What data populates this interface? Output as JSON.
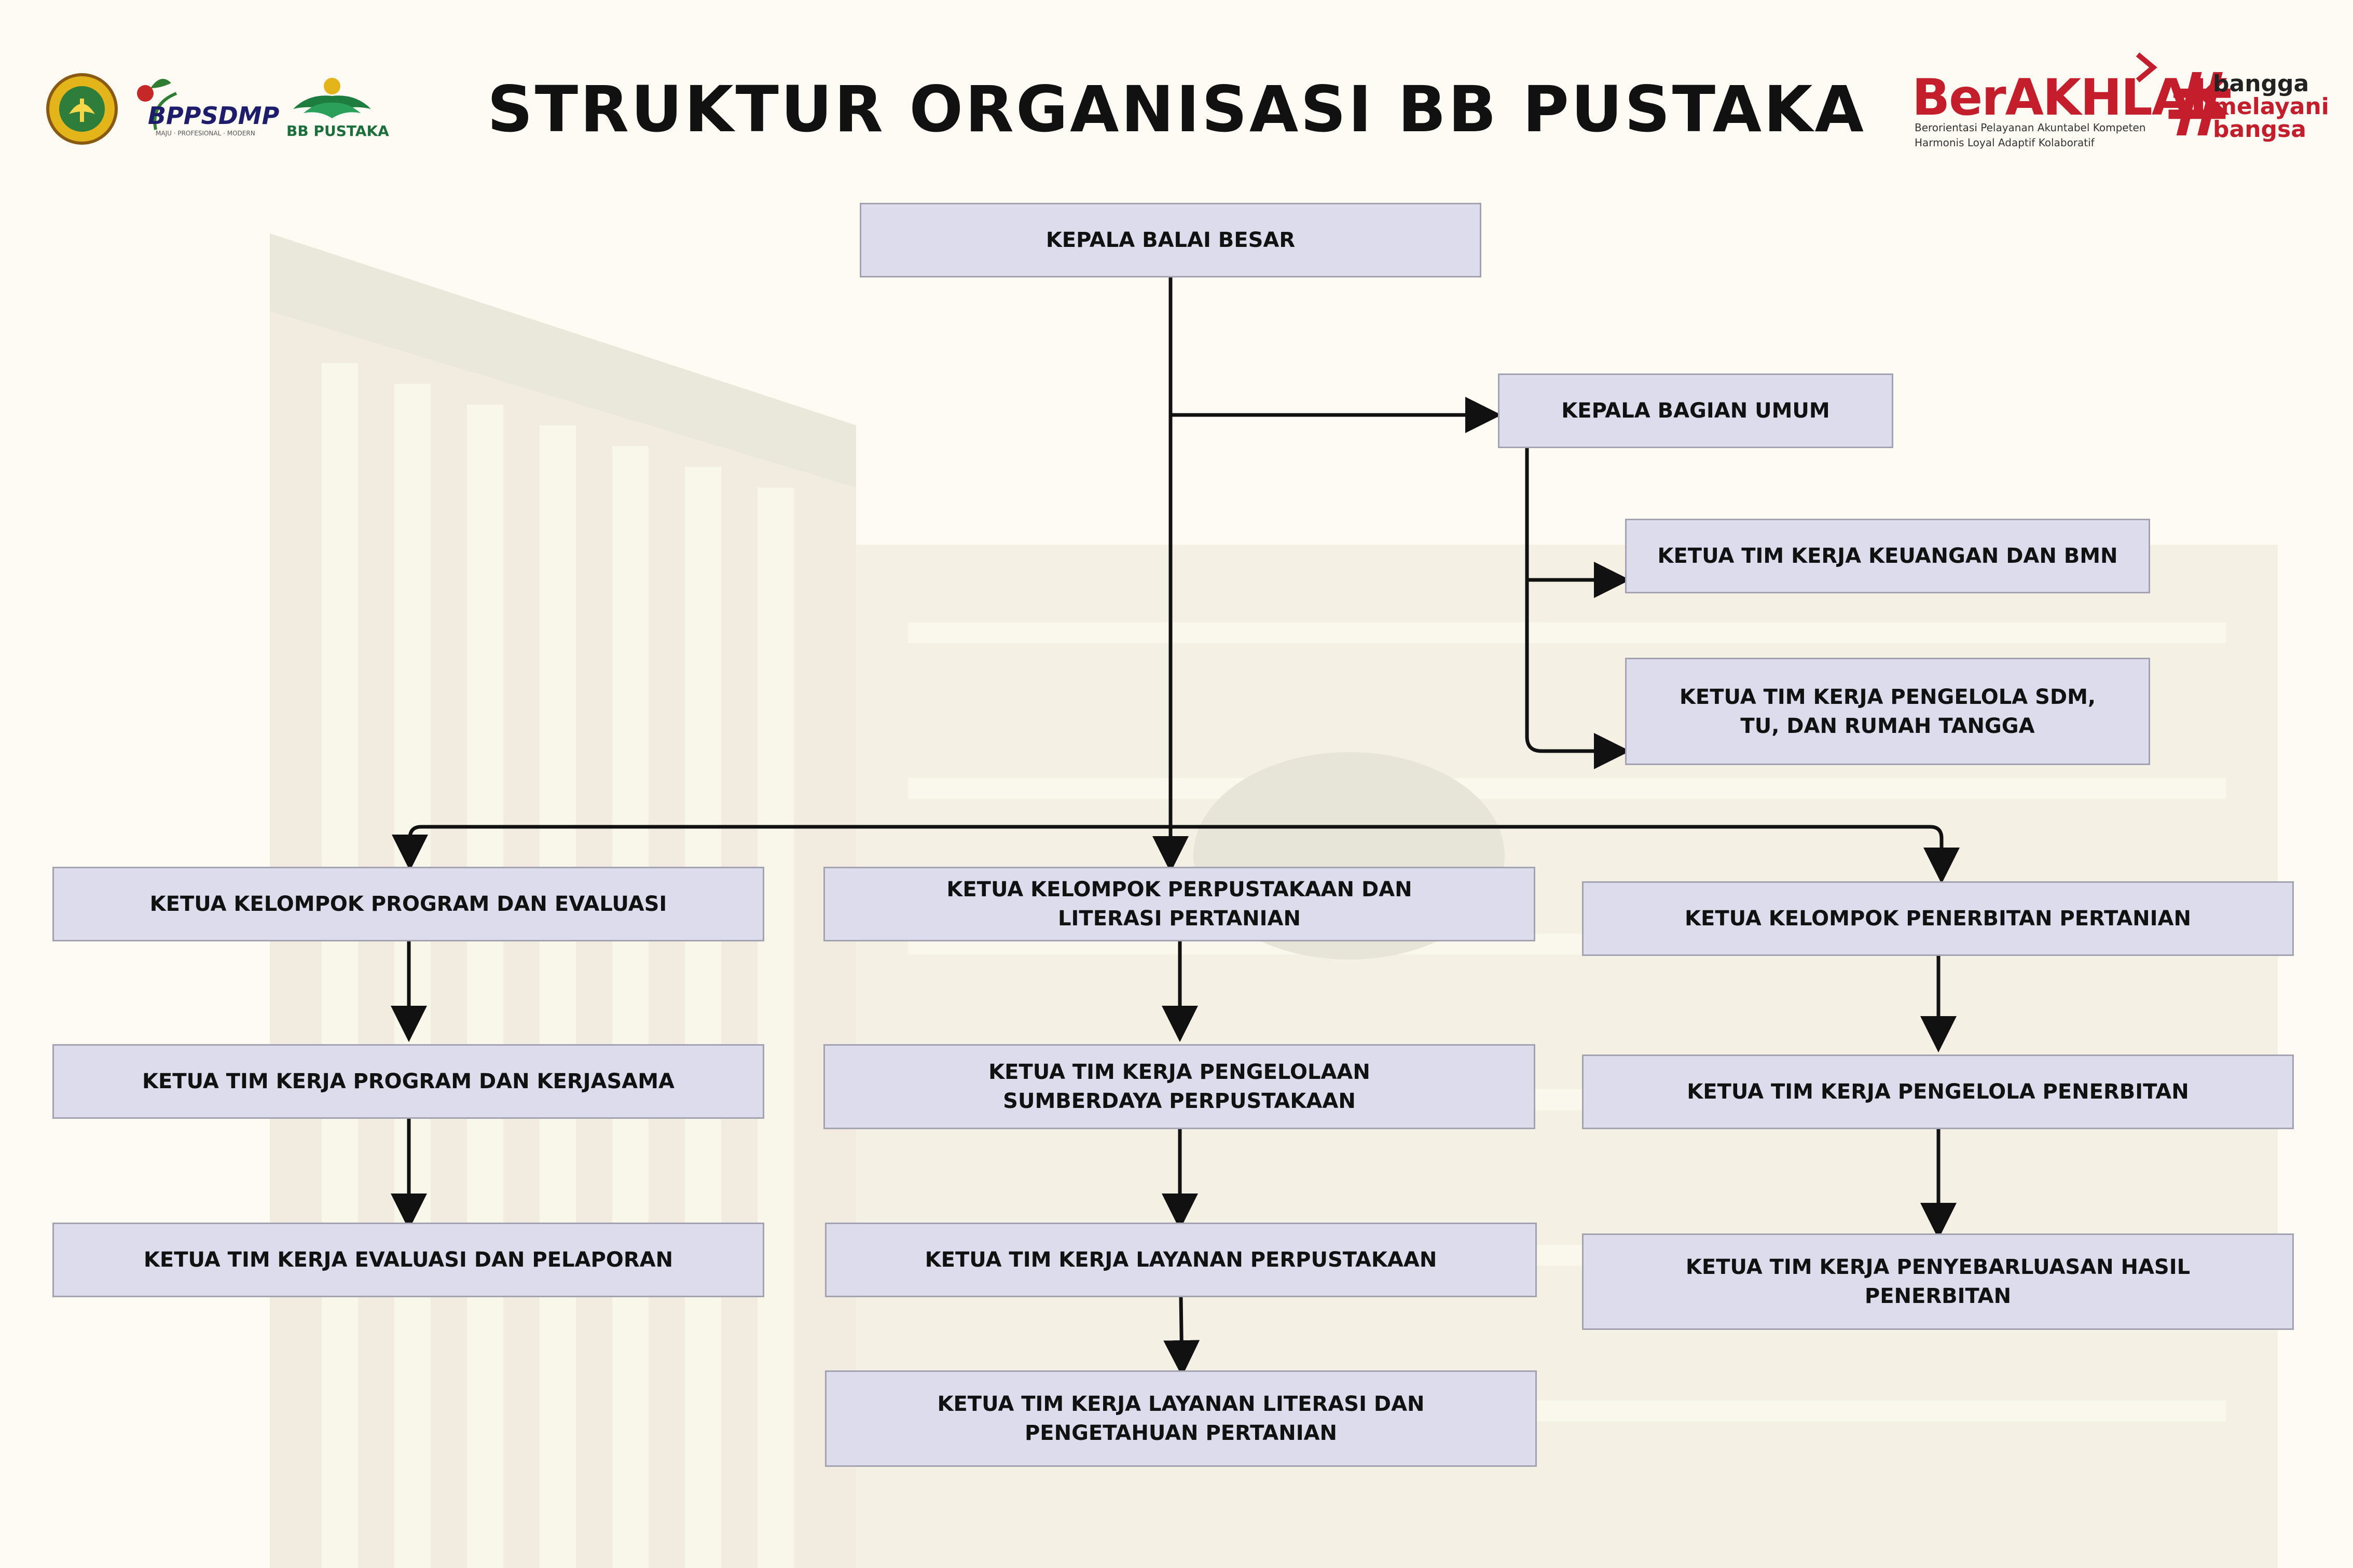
{
  "title": "STRUKTUR ORGANISASI BB PUSTAKA",
  "logos": {
    "bppsdmp": "BPPSDMP",
    "bppsdmp_tagline": "MAJU · PROFESIONAL · MODERN",
    "bb_pustaka": "BB PUSTAKA"
  },
  "branding": {
    "berakhlak": "BerAKHLAK",
    "berakhlak_line1": "Berorientasi Pelayanan Akuntabel Kompeten",
    "berakhlak_line2": "Harmonis Loyal Adaptif Kolaboratif",
    "hash": "#",
    "bangga": "bangga",
    "melayani": "melayani",
    "bangsa": "bangsa"
  },
  "colors": {
    "box_fill": "#dcdcec",
    "box_border": "#a2a2b0",
    "connector": "#111111",
    "brand_red": "#c41d2c",
    "background": "#fdfbf3"
  },
  "nodes": {
    "kepala_balai": "KEPALA BALAI BESAR",
    "kepala_bagian_umum": "KEPALA BAGIAN UMUM",
    "tim_keuangan": "KETUA TIM KERJA KEUANGAN DAN BMN",
    "tim_sdm": "KETUA TIM KERJA PENGELOLA SDM,\nTU, DAN RUMAH TANGGA",
    "kel_program": "KETUA KELOMPOK PROGRAM DAN EVALUASI",
    "tim_program": "KETUA TIM KERJA PROGRAM DAN KERJASAMA",
    "tim_evaluasi": "KETUA TIM KERJA EVALUASI DAN PELAPORAN",
    "kel_perpustakaan": "KETUA KELOMPOK PERPUSTAKAAN DAN\nLITERASI PERTANIAN",
    "tim_sumberdaya": "KETUA TIM KERJA PENGELOLAAN\nSUMBERDAYA PERPUSTAKAAN",
    "tim_layanan": "KETUA TIM KERJA LAYANAN PERPUSTAKAAN",
    "tim_literasi": "KETUA TIM KERJA LAYANAN LITERASI DAN\nPENGETAHUAN PERTANIAN",
    "kel_penerbitan": "KETUA KELOMPOK PENERBITAN PERTANIAN",
    "tim_pengelola_penerbitan": "KETUA TIM KERJA PENGELOLA PENERBITAN",
    "tim_penyebarluasan": "KETUA TIM KERJA PENYEBARLUASAN HASIL\nPENERBITAN"
  }
}
